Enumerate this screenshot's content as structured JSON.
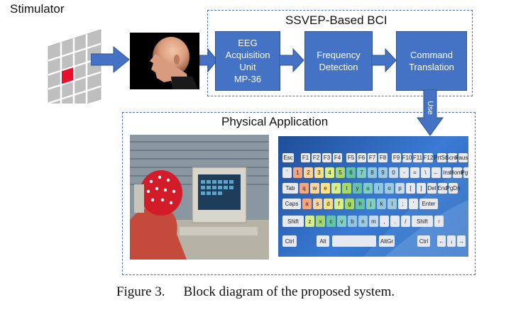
{
  "title_stimulator": "Stimulator",
  "title_bci": "SSVEP-Based BCI",
  "title_app": "Physical Application",
  "blocks": {
    "eeg": "EEG\nAcquisition\nUnit\nMP-36",
    "freq": "Frequency\nDetection",
    "cmd": "Command\nTranslation"
  },
  "arrow_label": "Use",
  "caption": {
    "number": "Figure 3.",
    "text": "Block diagram of the proposed system."
  },
  "keyboard": {
    "fkeys": [
      "Esc",
      "F1",
      "F2",
      "F3",
      "F4",
      "F5",
      "F6",
      "F7",
      "F8",
      "F9",
      "F10",
      "F11",
      "F12",
      "PrtScr",
      "Scroll",
      "Pause"
    ],
    "row1": [
      "`",
      "1",
      "2",
      "3",
      "4",
      "5",
      "6",
      "7",
      "8",
      "9",
      "0",
      "-",
      "=",
      "\\",
      "←",
      "Ins",
      "Home",
      "PgUp"
    ],
    "row2": [
      "Tab",
      "q",
      "w",
      "e",
      "r",
      "t",
      "y",
      "u",
      "i",
      "o",
      "p",
      "[",
      "]",
      "Del",
      "End",
      "PgDn"
    ],
    "row3": [
      "Caps",
      "a",
      "s",
      "d",
      "f",
      "g",
      "h",
      "j",
      "k",
      "l",
      ";",
      "'",
      "Enter"
    ],
    "row4": [
      "Shift",
      "z",
      "x",
      "c",
      "v",
      "b",
      "n",
      "m",
      ",",
      ".",
      "/",
      "Shift",
      "↑"
    ],
    "row5": [
      "Ctrl",
      "Alt",
      "AltGr",
      "Ctrl",
      "←",
      "↓",
      "→"
    ]
  },
  "colors": {
    "block_fill": "#4472c4",
    "dashed_border": "#4472c4",
    "stimulus_red": "#e8112d"
  }
}
